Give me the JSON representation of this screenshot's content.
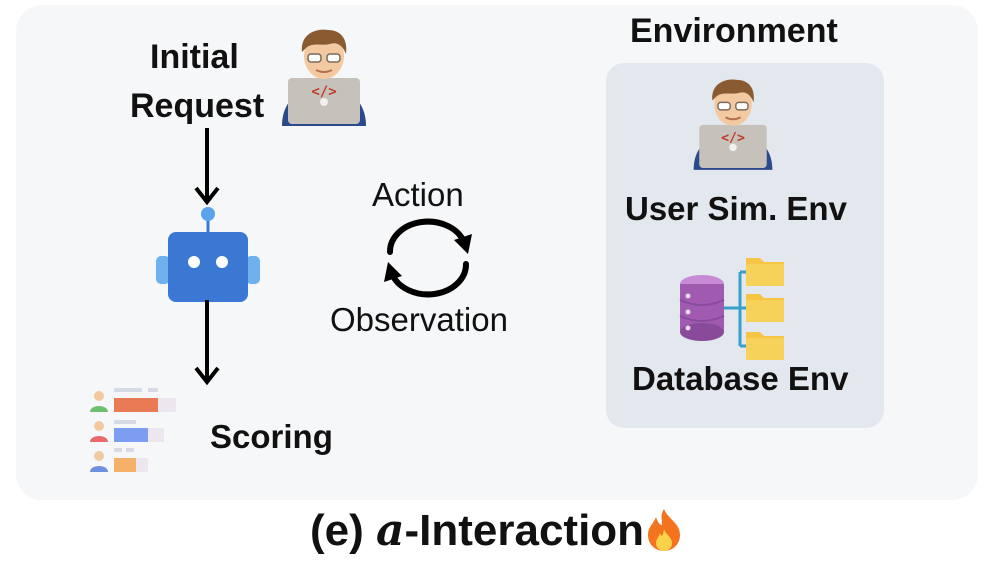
{
  "left": {
    "initial_request": [
      "Initial",
      "Request"
    ],
    "scoring": "Scoring"
  },
  "middle": {
    "action": "Action",
    "observation": "Observation"
  },
  "environment": {
    "title": "Environment",
    "user_sim": "User Sim. Env",
    "database": "Database Env"
  },
  "caption": {
    "prefix": "(e) ",
    "symbol": "a",
    "suffix": "-Interaction"
  },
  "colors": {
    "panel": "#f6f7f9",
    "env_box": "#e3e8ee",
    "robot": "#3a78d4",
    "folder": "#f5c543",
    "database": "#a05bb0",
    "flame": "#f4731f"
  },
  "icons": [
    "developer-icon",
    "robot-icon",
    "cycle-arrows-icon",
    "leaderboard-icon",
    "database-icon",
    "folder-icon",
    "flame-icon"
  ]
}
